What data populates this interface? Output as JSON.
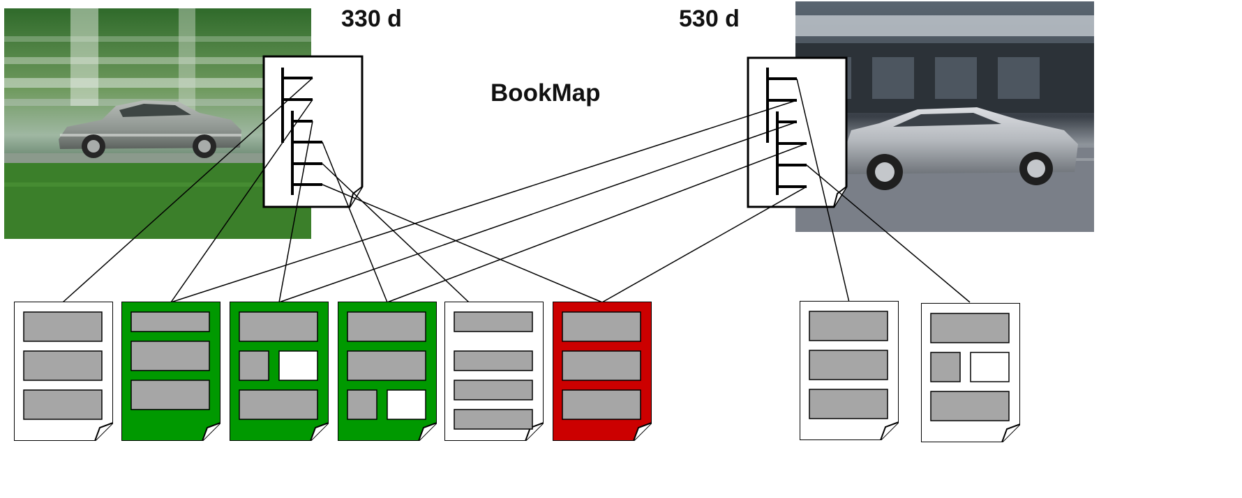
{
  "labels": {
    "left_duration": "330 d",
    "right_duration": "530 d",
    "center_title": "BookMap"
  },
  "colors": {
    "green_page": "#009900",
    "red_page": "#cc0000",
    "block_gray": "#a6a6a6",
    "stroke": "#000000"
  },
  "images": {
    "left_photo": "green-motion-blur-sedan-photo",
    "right_photo": "silver-sedan-street-photo"
  },
  "icons": {
    "bookmap": "tree-document-icon",
    "topic_page": "document-page-icon"
  }
}
